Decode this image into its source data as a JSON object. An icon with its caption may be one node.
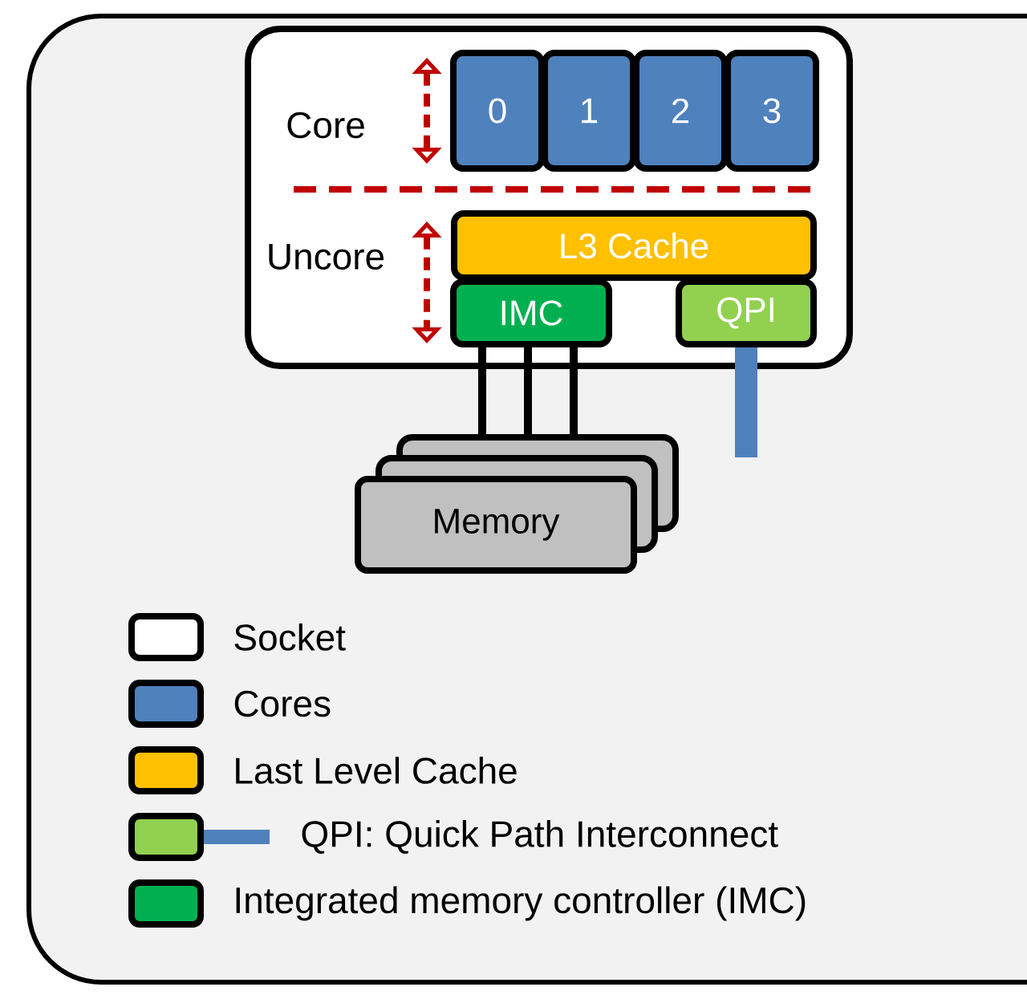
{
  "diagram": {
    "nodes": [
      {
        "text": [],
        "shape": "box"
      },
      {
        "text": [
          "0"
        ],
        "in": 0
      },
      {
        "text": [
          "1"
        ],
        "in": 0
      },
      {
        "text": [
          "2"
        ],
        "in": 0
      },
      {
        "text": [
          "3"
        ],
        "in": 0
      },
      {
        "text": [
          "L3 Cache"
        ],
        "in": 0
      },
      {
        "text": [
          "IMC"
        ],
        "in": 0
      },
      {
        "text": [
          "QPI"
        ],
        "in": 0
      },
      {
        "text": [
          "Memory"
        ]
      }
    ],
    "edges": [
      {
        "from": 6,
        "to": 8,
        "arrow": "none"
      },
      {
        "from": 6,
        "to": 8,
        "arrow": "none"
      },
      {
        "from": 6,
        "to": 8,
        "arrow": "none"
      },
      {
        "from": 7,
        "to": null,
        "arrow": "none",
        "style": "thick",
        "color": "#4f81bd"
      }
    ],
    "labels": [
      "Core",
      "Uncore"
    ],
    "legend": [
      {
        "text": "Socket",
        "color": "#ffffff"
      },
      {
        "text": "Cores",
        "color": "#4f81bd"
      },
      {
        "text": "Last Level Cache",
        "color": "#ffc000"
      },
      {
        "text": "QPI: Quick Path Interconnect",
        "color": "#92d050"
      },
      {
        "text": "Integrated memory controller (IMC)",
        "color": "#00b050"
      }
    ]
  }
}
